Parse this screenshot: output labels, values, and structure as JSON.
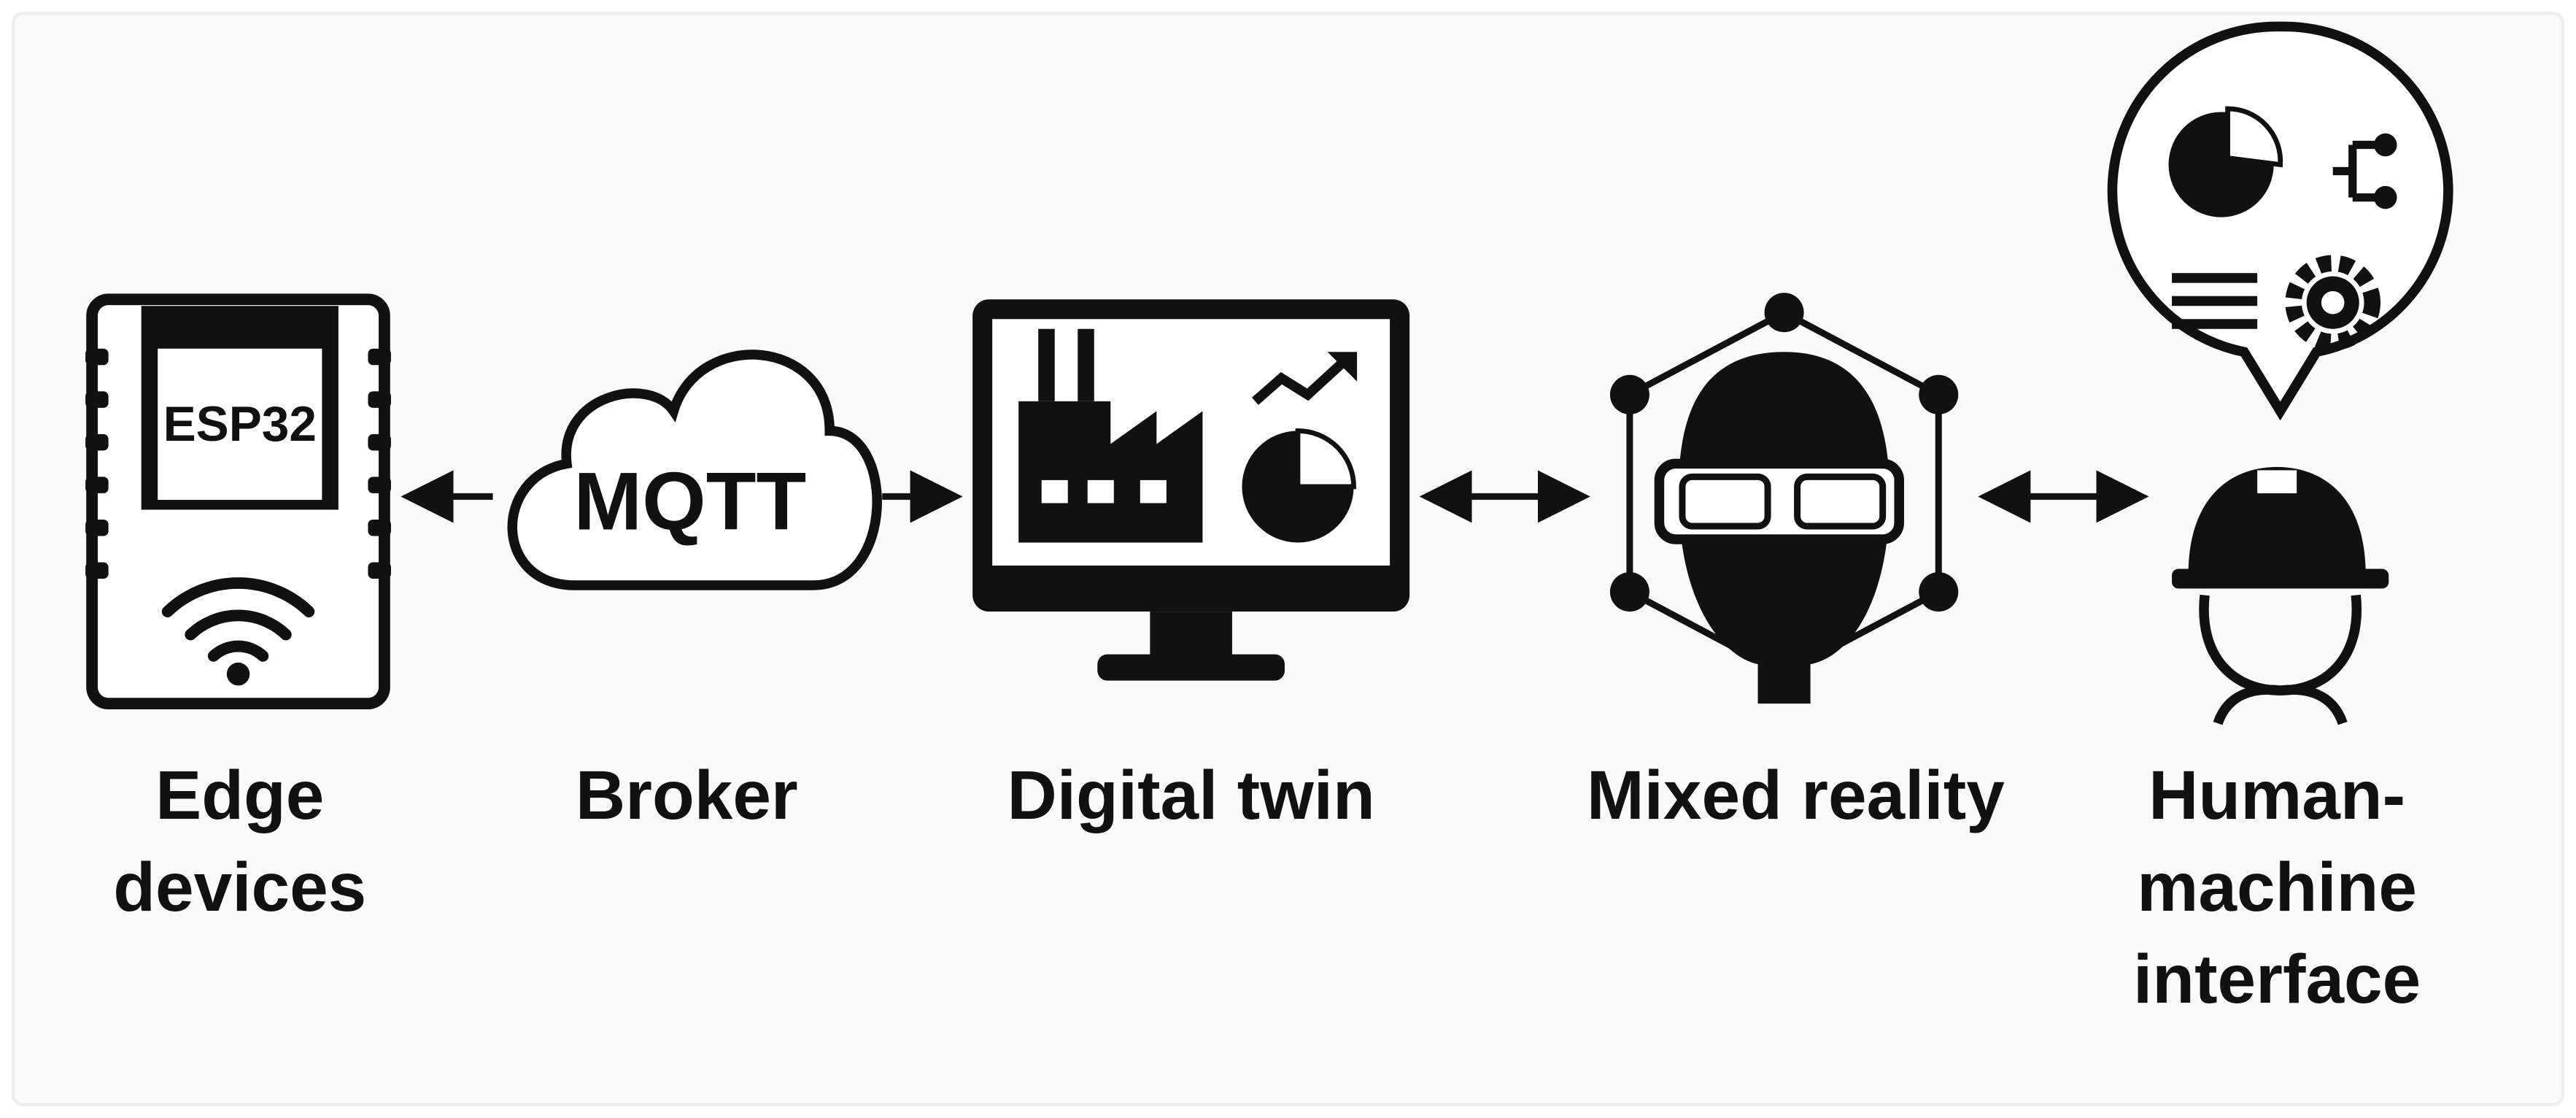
{
  "colors": {
    "ink": "#111111",
    "background": "#fafafa"
  },
  "nodes": [
    {
      "id": "edge",
      "icon": "esp32-board-icon",
      "chip_label": "ESP32",
      "label_lines": [
        "Edge",
        "devices"
      ]
    },
    {
      "id": "broker",
      "icon": "cloud-icon",
      "cloud_label": "MQTT",
      "label_lines": [
        "Broker"
      ]
    },
    {
      "id": "twin",
      "icon": "monitor-factory-icon",
      "label_lines": [
        "Digital twin"
      ]
    },
    {
      "id": "mr",
      "icon": "head-with-glasses-network-icon",
      "label_lines": [
        "Mixed reality"
      ]
    },
    {
      "id": "hmi",
      "icon": "worker-with-dashboard-bubble-icon",
      "label_lines": [
        "Human-",
        "machine",
        "interface"
      ]
    }
  ],
  "connections": [
    {
      "from": "broker",
      "to": "edge",
      "direction": "single"
    },
    {
      "from": "broker",
      "to": "twin",
      "direction": "single"
    },
    {
      "from": "twin",
      "to": "mr",
      "direction": "double"
    },
    {
      "from": "mr",
      "to": "hmi",
      "direction": "double"
    }
  ]
}
